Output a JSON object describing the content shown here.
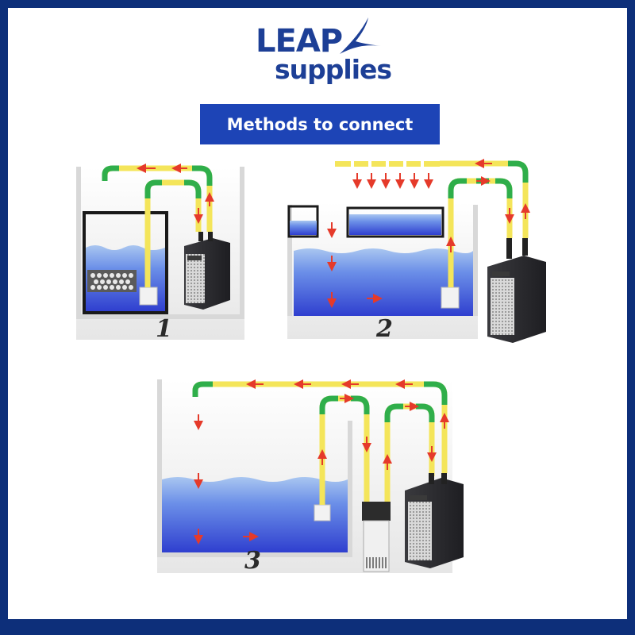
{
  "logo": {
    "line1": "LEAP",
    "line2": "supplies",
    "icon": "bird-swoosh-icon",
    "color": "#1d3f96"
  },
  "title": "Methods to connect",
  "colors": {
    "background_border": "#0d2f7a",
    "title_bar": "#1d44b6",
    "hose": "#f4e55a",
    "hose_bend": "#2fae4a",
    "water": "#3b52d6",
    "arrow": "#e53a2a",
    "chiller": "#2c2c30"
  },
  "diagrams": [
    {
      "label": "1"
    },
    {
      "label": "2"
    },
    {
      "label": "3"
    }
  ]
}
